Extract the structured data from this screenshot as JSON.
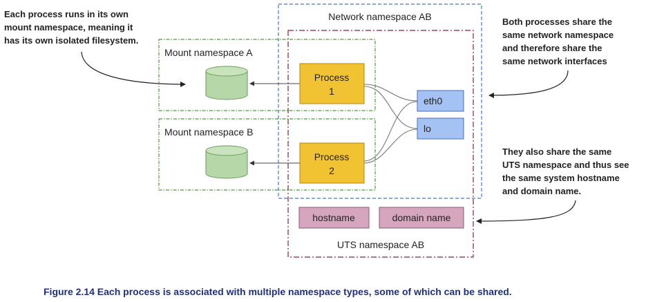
{
  "annotations": {
    "left_note": [
      "Each process runs in its own",
      "mount namespace, meaning it",
      "has its own isolated filesystem."
    ],
    "right_top_note": [
      "Both processes share the",
      "same network namespace",
      "and therefore share the",
      "same network interfaces"
    ],
    "right_bottom_note": [
      "They also share the same",
      "UTS namespace and thus see",
      "the same system hostname",
      "and domain name."
    ]
  },
  "namespaces": {
    "network": "Network namespace AB",
    "mount_a": "Mount namespace A",
    "mount_b": "Mount namespace B",
    "uts": "UTS namespace AB"
  },
  "processes": [
    {
      "line1": "Process",
      "line2": "1"
    },
    {
      "line1": "Process",
      "line2": "2"
    }
  ],
  "interfaces": [
    "eth0",
    "lo"
  ],
  "uts_items": [
    "hostname",
    "domain name"
  ],
  "caption": "Figure 2.14 Each process is associated with multiple namespace types, some of which can be shared.",
  "colors": {
    "network_border": "#3b78d8",
    "mount_border": "#4a9a3a",
    "uts_border": "#8b1d3a",
    "process_fill": "#f1c232",
    "process_border": "#b8860b",
    "interface_fill": "#a4c2f4",
    "interface_border": "#4a6fb5",
    "disk_fill": "#b6d7a8",
    "disk_border": "#6a9a5a",
    "uts_item_fill": "#d5a6bd",
    "uts_item_border": "#8a5a70",
    "caption": "#1f2f7a"
  }
}
